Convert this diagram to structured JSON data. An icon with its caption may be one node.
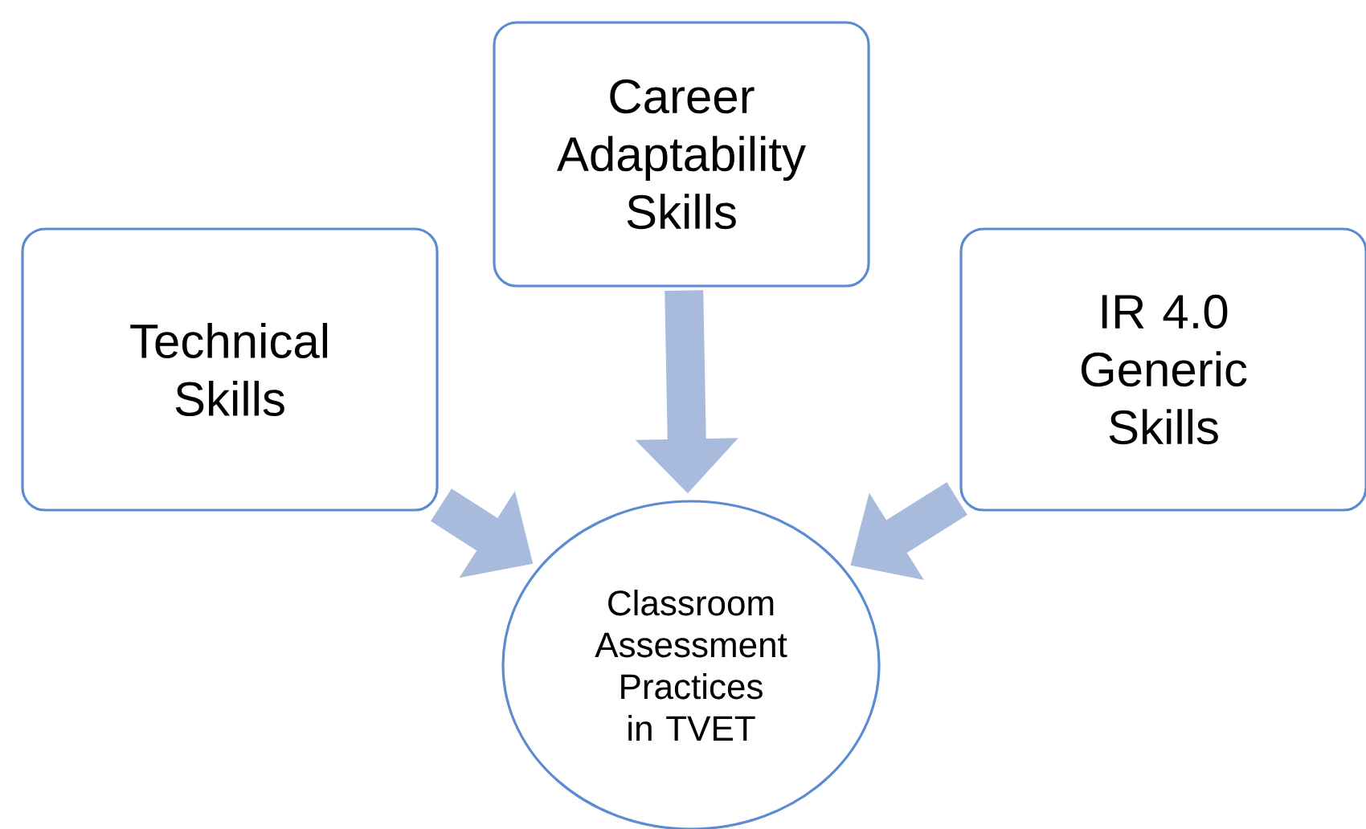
{
  "diagram": {
    "nodes": [
      {
        "text": [
          "Technical Skills"
        ]
      },
      {
        "text": [
          "Career Adaptability Skills"
        ]
      },
      {
        "text": [
          "IR 4.0 Generic Skills"
        ]
      },
      {
        "text": [
          "Classroom Assessment Practices in TVET"
        ]
      }
    ],
    "edges": [
      {
        "from": 0,
        "to": 3,
        "arrow": "to"
      },
      {
        "from": 1,
        "to": 3,
        "arrow": "to"
      },
      {
        "from": 2,
        "to": 3,
        "arrow": "to"
      }
    ]
  }
}
